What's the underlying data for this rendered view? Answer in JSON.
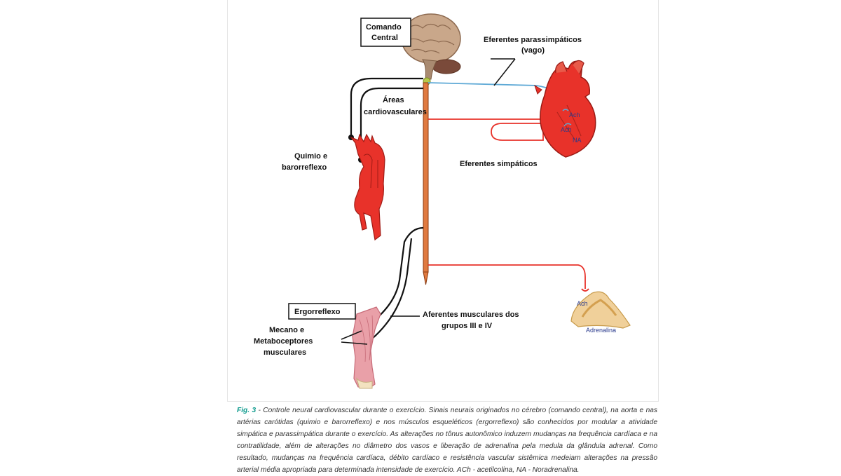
{
  "labels": {
    "comando_central_1": "Comando",
    "comando_central_2": "Central",
    "parassimpaticos_1": "Eferentes parassimpáticos",
    "parassimpaticos_2": "(vago)",
    "areas_1": "Áreas",
    "areas_2": "cardiovasculares",
    "quimio_1": "Quimio e",
    "quimio_2": "barorreflexo",
    "simpaticos": "Eferentes simpáticos",
    "ergorreflexo": "Ergorreflexo",
    "aferentes_1": "Aferentes musculares dos",
    "aferentes_2": "grupos III e IV",
    "mecano_1": "Mecano e",
    "mecano_2": "Metaboceptores",
    "mecano_3": "musculares",
    "ach_1": "Ach",
    "ach_2": "Ach",
    "na": "NA",
    "ach_adrenal": "Ach",
    "adrenalina": "Adrenalina"
  },
  "caption": {
    "fig_label": "Fig. 3",
    "text": " - Controle neural cardiovascular durante o exercício. Sinais neurais originados no cérebro (comando central), na aorta e nas artérias carótidas (quimio e barorreflexo) e nos músculos esqueléticos (ergorreflexo) são conhecidos por modular a atividade simpática e parassimpática durante o exercício. As alterações no tônus autonômico induzem mudanças na frequência cardíaca e na contratilidade, além de alterações no diâmetro dos vasos e liberação de adrenalina pela medula da glândula adrenal. Como resultado, mudanças na frequência cardíaca, débito cardíaco e resistência vascular sistêmica medeiam alterações na pressão arterial média apropriada para determinada intensidade de exercício. ACh - acetilcolina, NA - Noradrenalina."
  },
  "colors": {
    "sympathetic": "#e8322a",
    "parasympathetic": "#5ea9d6",
    "afferent": "#111111",
    "caption_fig": "#0f9b8e"
  }
}
